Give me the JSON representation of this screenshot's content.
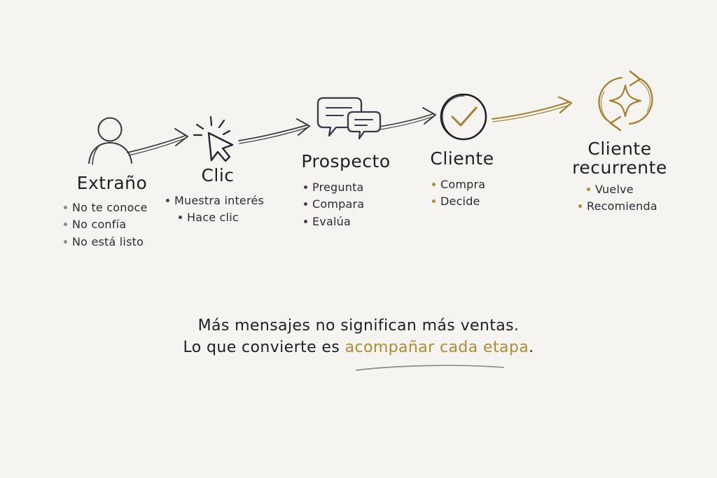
{
  "page": {
    "background_color": "#f5f4f1",
    "ink_color": "#1f1f24",
    "accent_color": "#b38b32",
    "muted_bullet_color": "#8d8b86",
    "purple_bullet_color": "#4a3f52"
  },
  "diagram": {
    "type": "funnel-flow",
    "stage_count": 5,
    "stages": [
      {
        "id": "extrano",
        "title": "Extraño",
        "icon": "person-icon",
        "icon_color": "#3a3a3f",
        "bullet_color": "#8d8b86",
        "bullets": [
          "No te conoce",
          "No confía",
          "No está listo"
        ]
      },
      {
        "id": "clic",
        "title": "Clic",
        "icon": "click-cursor-icon",
        "icon_color": "#262430",
        "bullet_color": "#4a3f52",
        "bullets": [
          "Muestra interés",
          "Hace clic"
        ]
      },
      {
        "id": "prospecto",
        "title": "Prospecto",
        "icon": "chat-bubbles-icon",
        "icon_color": "#3b3746",
        "bullet_color": "#4a3f52",
        "bullets": [
          "Pregunta",
          "Compara",
          "Evalúa"
        ]
      },
      {
        "id": "cliente",
        "title": "Cliente",
        "icon": "check-circle-icon",
        "icon_color": "#1f1f24",
        "bullet_color": "#b38b32",
        "bullets": [
          "Compra",
          "Decide"
        ]
      },
      {
        "id": "cliente-recurrente",
        "title_lines": [
          "Cliente",
          "recurrente"
        ],
        "title": "Cliente recurrente",
        "icon": "refresh-sparkle-icon",
        "icon_color": "#a5802f",
        "bullet_color": "#b38b32",
        "bullets": [
          "Vuelve",
          "Recomienda"
        ]
      }
    ],
    "arrows": [
      {
        "id": "arrow-1",
        "from": "extrano",
        "to": "clic",
        "color": "#3a3a3f"
      },
      {
        "id": "arrow-2",
        "from": "clic",
        "to": "prospecto",
        "color": "#3a3a3f"
      },
      {
        "id": "arrow-3",
        "from": "prospecto",
        "to": "cliente",
        "color": "#3a3a3f"
      },
      {
        "id": "arrow-4",
        "from": "cliente",
        "to": "cliente-recurrente",
        "color": "#a5802f"
      }
    ]
  },
  "caption": {
    "line1": "Más mensajes no significan más ventas.",
    "line2_prefix": "Lo que convierte es ",
    "line2_highlight": "acompañar cada etapa",
    "line2_suffix": "."
  }
}
